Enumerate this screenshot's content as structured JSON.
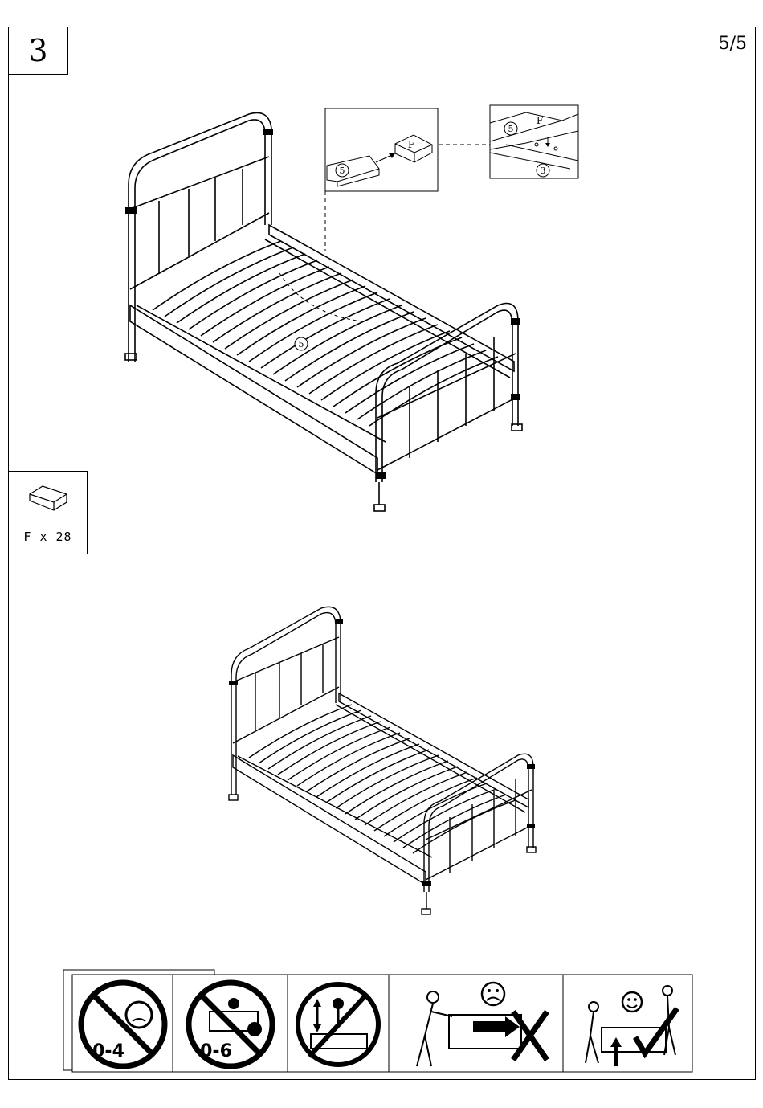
{
  "header": {
    "step_number": "3",
    "page": "5/5"
  },
  "detail": {
    "part_5_label": "5",
    "part_f_label": "F",
    "part_3_label": "3"
  },
  "bed_callout": "5",
  "parts": {
    "icon": "slat-cap-icon",
    "label": "F x 28"
  },
  "warnings": [
    {
      "icon": "no-children-0-4-icon",
      "text": "0-4"
    },
    {
      "icon": "no-children-0-6-icon",
      "text": "0-6"
    },
    {
      "icon": "no-jumping-icon"
    },
    {
      "icon": "do-not-drag-icon"
    },
    {
      "icon": "lift-to-move-icon"
    }
  ]
}
